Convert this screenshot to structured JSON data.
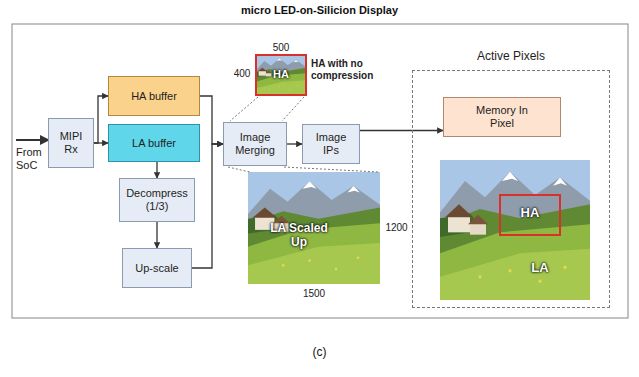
{
  "diagram": {
    "title": "micro LED-on-Silicion Display",
    "caption": "(c)",
    "nodes": [
      {
        "text": [
          "MIPI Rx"
        ]
      },
      {
        "text": [
          "HA buffer"
        ]
      },
      {
        "text": [
          "LA buffer"
        ]
      },
      {
        "text": [
          "Decompress (1/3)"
        ]
      },
      {
        "text": [
          "Up-scale"
        ]
      },
      {
        "text": [
          "Image Merging"
        ]
      },
      {
        "text": [
          "Image IPs"
        ]
      },
      {
        "text": [
          "Active Pixels"
        ]
      },
      {
        "text": [
          "Memory In Pixel"
        ],
        "in": 7
      }
    ],
    "edges": [
      {
        "from": 0,
        "to": 1,
        "arrow": "to"
      },
      {
        "from": 0,
        "to": 2,
        "arrow": "to"
      },
      {
        "from": 1,
        "to": 5,
        "arrow": "to"
      },
      {
        "from": 2,
        "to": 3,
        "arrow": "to"
      },
      {
        "from": 3,
        "to": 4,
        "arrow": "to"
      },
      {
        "from": 4,
        "to": 5,
        "arrow": "to"
      },
      {
        "from": 5,
        "to": 6,
        "arrow": "to"
      },
      {
        "from": 6,
        "to": 8,
        "arrow": "to"
      }
    ],
    "labels": [
      "500",
      "400",
      "HA",
      "HA with no compression",
      "LA Scaled Up",
      "1200",
      "1500",
      "HA",
      "LA",
      "From SoC"
    ]
  }
}
